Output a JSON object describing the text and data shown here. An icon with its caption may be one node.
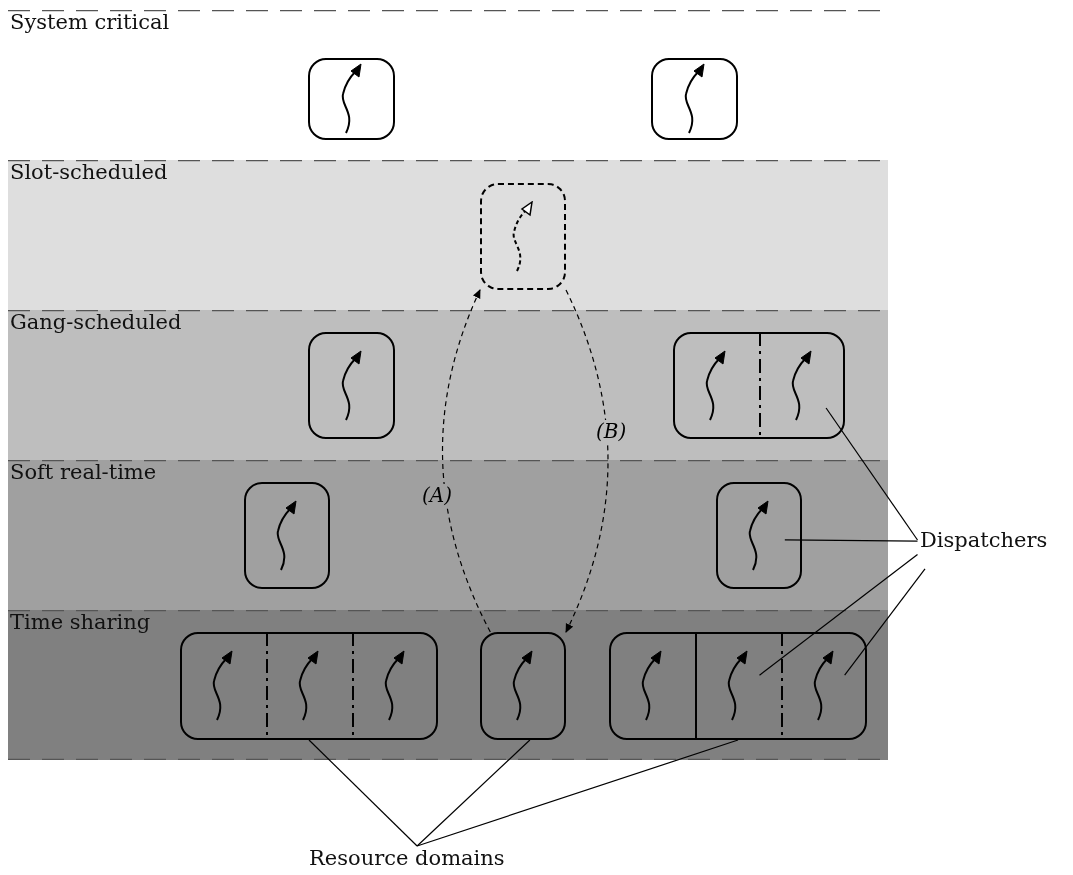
{
  "diagram": {
    "nodes": [
      {
        "text": [
          "System critical"
        ]
      },
      {
        "text": [],
        "shape": "box",
        "in": 0
      },
      {
        "text": [],
        "shape": "box",
        "in": 0
      },
      {
        "text": [
          "Slot-scheduled"
        ]
      },
      {
        "text": [],
        "shape": "box",
        "in": 3
      },
      {
        "text": [
          "Gang-scheduled"
        ]
      },
      {
        "text": [],
        "shape": "box",
        "in": 5
      },
      {
        "text": [],
        "shape": "box",
        "in": 5
      },
      {
        "text": [],
        "shape": "box",
        "in": 7
      },
      {
        "text": [],
        "shape": "box",
        "in": 7
      },
      {
        "text": [
          "Soft real-time"
        ]
      },
      {
        "text": [],
        "shape": "box",
        "in": 10
      },
      {
        "text": [],
        "shape": "box",
        "in": 10
      },
      {
        "text": [
          "Time sharing"
        ]
      },
      {
        "text": [],
        "shape": "box",
        "in": 13
      },
      {
        "text": [],
        "shape": "box",
        "in": 14
      },
      {
        "text": [],
        "shape": "box",
        "in": 14
      },
      {
        "text": [],
        "shape": "box",
        "in": 14
      },
      {
        "text": [],
        "shape": "box",
        "in": 13
      },
      {
        "text": [],
        "shape": "box",
        "in": 13
      },
      {
        "text": [],
        "shape": "box",
        "in": 19
      },
      {
        "text": [],
        "shape": "box",
        "in": 19
      },
      {
        "text": [],
        "shape": "box",
        "in": 19
      },
      {
        "text": [
          "Dispatchers"
        ]
      },
      {
        "text": [
          "Resource domains"
        ]
      }
    ],
    "edges": [
      {
        "from": 18,
        "to": 4,
        "arrow": "to",
        "style": "dashed",
        "label": "(A)"
      },
      {
        "from": 4,
        "to": 18,
        "arrow": "to",
        "style": "dashed",
        "label": "(B)"
      },
      {
        "from": 23,
        "to": 9,
        "arrow": "none"
      },
      {
        "from": 23,
        "to": 12,
        "arrow": "none"
      },
      {
        "from": 23,
        "to": 21,
        "arrow": "none"
      },
      {
        "from": 23,
        "to": 22,
        "arrow": "none"
      },
      {
        "from": 24,
        "to": 14,
        "arrow": "none"
      },
      {
        "from": 24,
        "to": 18,
        "arrow": "none"
      },
      {
        "from": 24,
        "to": 19,
        "arrow": "none"
      }
    ]
  }
}
